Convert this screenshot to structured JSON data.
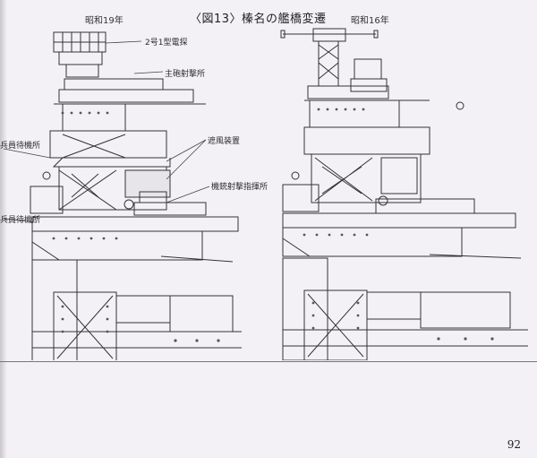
{
  "figure": {
    "title": "〈図13〉榛名の艦橋変遷",
    "year_left": "昭和19年",
    "year_right": "昭和16年"
  },
  "annotations": {
    "radar": "2号1型電探",
    "main_battery": "主砲射撃所",
    "shield": "遮風装置",
    "mg_director": "機銃射撃指揮所",
    "lookout_upper": "兵員待機所",
    "lookout_lower": "兵員待機所"
  },
  "page_number": "92"
}
